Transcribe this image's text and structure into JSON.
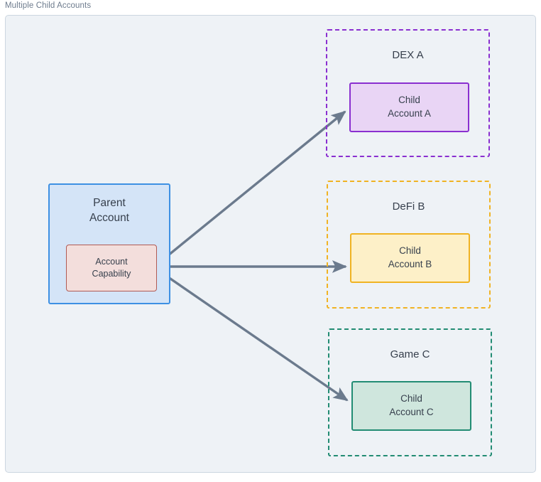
{
  "diagram": {
    "title": "Multiple Child Accounts",
    "frame": {
      "background": "#eef2f6",
      "border_color": "#ccd6e0"
    },
    "text_color": "#37404d",
    "title_color": "#6d7b8d",
    "arrow_color": "#6b7a8d"
  },
  "parent": {
    "label_line1": "Parent",
    "label_line2": "Account",
    "fill": "#d4e4f7",
    "stroke": "#3d90e3",
    "capability": {
      "label_line1": "Account",
      "label_line2": "Capability",
      "fill": "#f3dedc",
      "stroke": "#b05a54"
    }
  },
  "apps": [
    {
      "id": "dex-a",
      "title": "DEX A",
      "border_color": "#8a2fd0",
      "child": {
        "label_line1": "Child",
        "label_line2": "Account A",
        "fill": "#e9d5f5",
        "stroke": "#8a2fd0"
      }
    },
    {
      "id": "defi-b",
      "title": "DeFi B",
      "border_color": "#f0b323",
      "child": {
        "label_line1": "Child",
        "label_line2": "Account B",
        "fill": "#fdf0c8",
        "stroke": "#f0b323"
      }
    },
    {
      "id": "game-c",
      "title": "Game C",
      "border_color": "#228c73",
      "child": {
        "label_line1": "Child",
        "label_line2": "Account C",
        "fill": "#cfe6dd",
        "stroke": "#228c73"
      }
    }
  ],
  "edges": [
    {
      "id": "edge-parent-to-child-a",
      "from": "account-capability",
      "to": "child-account-a"
    },
    {
      "id": "edge-parent-to-child-b",
      "from": "account-capability",
      "to": "child-account-b"
    },
    {
      "id": "edge-parent-to-child-c",
      "from": "account-capability",
      "to": "child-account-c"
    }
  ]
}
